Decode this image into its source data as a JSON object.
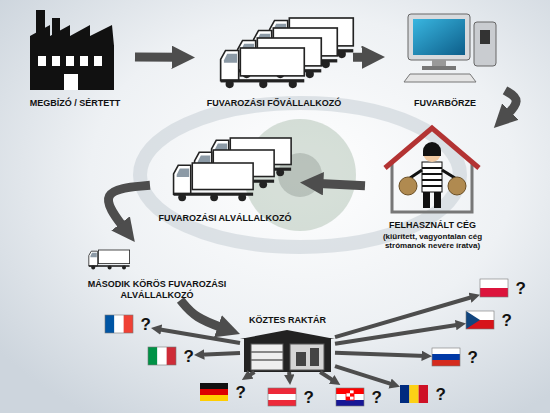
{
  "diagram": {
    "nodes": [
      {
        "text": [
          "MEGBÍZÓ / SÉRTETT"
        ]
      },
      {
        "text": [
          "FUVAROZÁSI FŐVÁLLALKOZÓ"
        ]
      },
      {
        "text": [
          "FUVARBÖRZE"
        ]
      },
      {
        "text": [
          "FELHASZNÁLT CÉG",
          "(kiürített, vagyontalan cég strómanok nevére íratva)"
        ]
      },
      {
        "text": [
          "FUVAROZÁSI ALVÁLLALKOZÓ"
        ]
      },
      {
        "text": [
          "MÁSODIK KÖRÖS FUVAROZÁSI ALVÁLLALKOZÓ"
        ]
      },
      {
        "text": [
          "KÖZTES RAKTÁR"
        ]
      },
      {
        "text": [
          "?"
        ]
      },
      {
        "text": [
          "?"
        ]
      },
      {
        "text": [
          "?"
        ]
      },
      {
        "text": [
          "?"
        ]
      },
      {
        "text": [
          "?"
        ]
      },
      {
        "text": [
          "?"
        ]
      },
      {
        "text": [
          "?"
        ]
      },
      {
        "text": [
          "?"
        ]
      },
      {
        "text": [
          "?"
        ]
      }
    ],
    "edges": [
      {
        "from": 0,
        "to": 1,
        "arrow": "to"
      },
      {
        "from": 1,
        "to": 2,
        "arrow": "to"
      },
      {
        "from": 2,
        "to": 3,
        "arrow": "to"
      },
      {
        "from": 3,
        "to": 4,
        "arrow": "to"
      },
      {
        "from": 4,
        "to": 5,
        "arrow": "to"
      },
      {
        "from": 5,
        "to": 6,
        "arrow": "to"
      },
      {
        "from": 6,
        "to": 7,
        "arrow": "to"
      },
      {
        "from": 6,
        "to": 8,
        "arrow": "to"
      },
      {
        "from": 6,
        "to": 9,
        "arrow": "to"
      },
      {
        "from": 6,
        "to": 10,
        "arrow": "to"
      },
      {
        "from": 6,
        "to": 11,
        "arrow": "to"
      },
      {
        "from": 6,
        "to": 12,
        "arrow": "to"
      },
      {
        "from": 6,
        "to": 13,
        "arrow": "to"
      },
      {
        "from": 6,
        "to": 14,
        "arrow": "to"
      },
      {
        "from": 6,
        "to": 15,
        "arrow": "to"
      }
    ]
  }
}
